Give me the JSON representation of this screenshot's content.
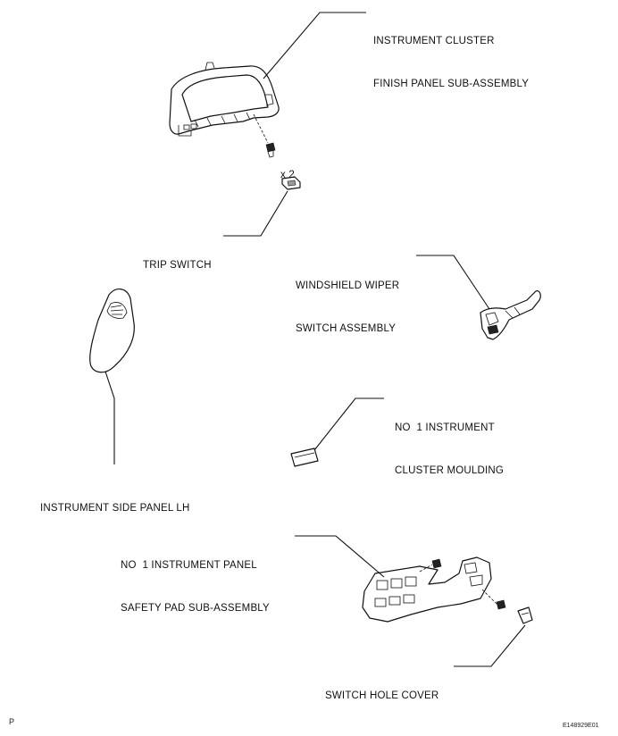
{
  "labels": {
    "instrument_cluster_finish_panel": [
      "INSTRUMENT CLUSTER",
      "FINISH PANEL SUB-ASSEMBLY"
    ],
    "screw_qty": "x 2",
    "trip_switch": "TRIP SWITCH",
    "windshield_wiper_switch": [
      "WINDSHIELD WIPER",
      "SWITCH ASSEMBLY"
    ],
    "instrument_side_panel_lh": "INSTRUMENT SIDE PANEL LH",
    "no1_instrument_cluster_moulding": [
      "NO  1 INSTRUMENT",
      "CLUSTER MOULDING"
    ],
    "no1_instrument_panel_safety_pad": [
      "NO  1 INSTRUMENT PANEL",
      "SAFETY PAD SUB-ASSEMBLY"
    ],
    "switch_hole_cover": "SWITCH HOLE COVER"
  },
  "footer": {
    "page_mark": "P",
    "figure_code": "E148929E01"
  },
  "colors": {
    "line": "#111111",
    "background": "#ffffff"
  }
}
